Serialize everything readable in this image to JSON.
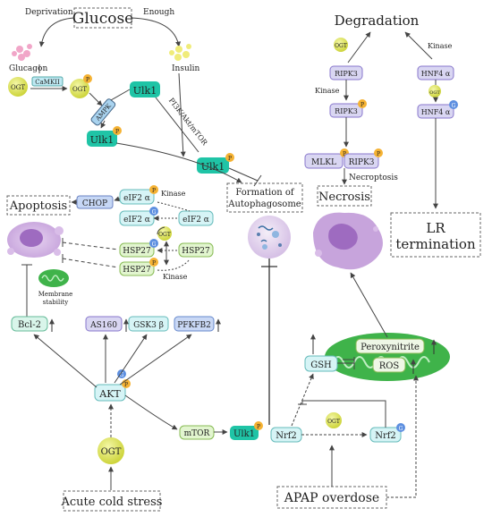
{
  "diagram": {
    "glucose": "Glucose",
    "deprivation": "Deprivation",
    "enough": "Enough",
    "glucagon": "Glucagon",
    "insulin": "Insulin",
    "ogt": "OGT",
    "camkii": "CaMKII",
    "ampk": "AMPK",
    "ulk1": "Ulk1",
    "pi3k_akt_mtor": "PI3K/Akt/mTOR",
    "p": "P",
    "g": "G",
    "degradation": "Degradation",
    "kinase": "Kinase",
    "ripk3": "RIPK3",
    "hnf4a": "HNF4 α",
    "mlkl": "MLKL",
    "necroptosis": "Necroptosis",
    "necrosis": "Necrosis",
    "lr_line1": "LR",
    "lr_line2": "termination",
    "formation_line1": "Formation of",
    "formation_line2": "Autophagosome",
    "apoptosis": "Apoptosis",
    "chop": "CHOP",
    "eif2a": "eIF2 α",
    "hsp27": "HSP27",
    "membrane_line1": "Membrane",
    "membrane_line2": "stability",
    "bcl2": "Bcl-2",
    "as160": "AS160",
    "gsk3b": "GSK3 β",
    "pfkfb2": "PFKFB2",
    "akt": "AKT",
    "mtor": "mTOR",
    "nrf2": "Nrf2",
    "gsh": "GSH",
    "peroxynitrite": "Peroxynitrite",
    "ros": "ROS",
    "acute_cold_stress": "Acute cold stress",
    "apap_overdose": "APAP overdose",
    "colors": {
      "ulk1_teal": "#1fc4a6",
      "ogt_yellow": "#e3ea5c",
      "p_badge": "#f5b233",
      "g_badge": "#5d8fe0",
      "purple_box": "#d9d6f2",
      "cyan_box": "#d6f4f6",
      "green_box": "#e2f5cf",
      "blue_box": "#c9d8f5",
      "mito_green": "#3fb34a",
      "cell_purple": "#c7a4dc"
    }
  }
}
